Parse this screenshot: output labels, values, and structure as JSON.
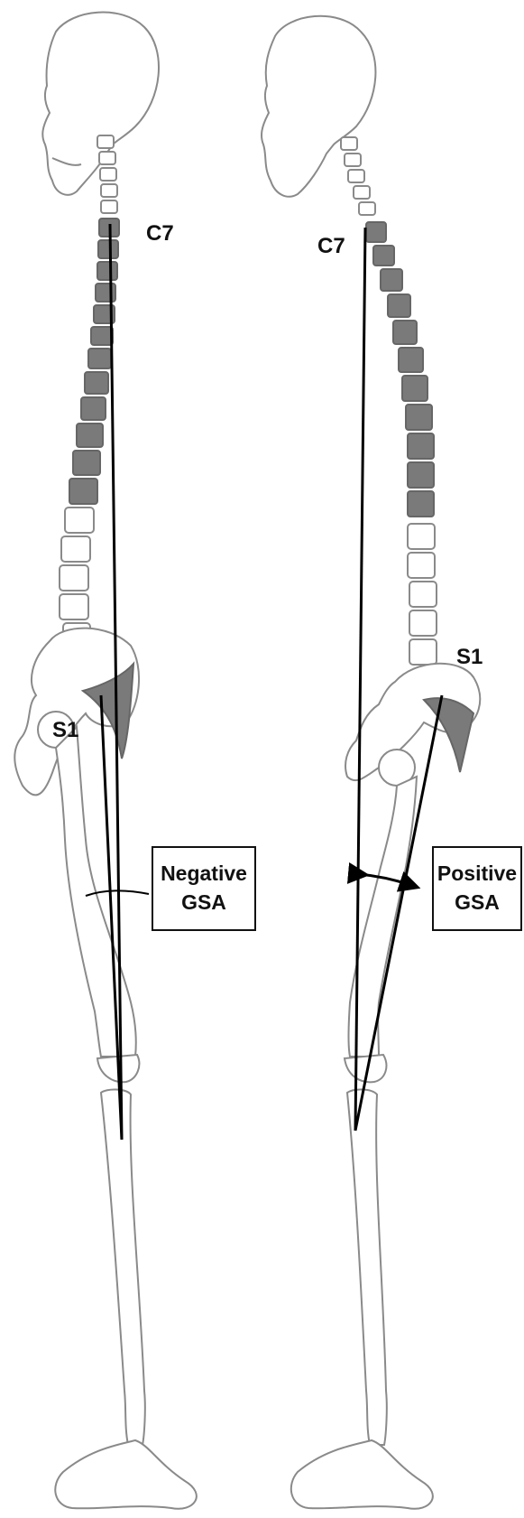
{
  "left_figure": {
    "c7_label": "C7",
    "s1_label": "S1",
    "box_line1": "Negative",
    "box_line2": "GSA"
  },
  "right_figure": {
    "c7_label": "C7",
    "s1_label": "S1",
    "box_line1": "Positive",
    "box_line2": "GSA"
  },
  "colors": {
    "outline": "#8a8a8a",
    "shaded_vertebra": "#7a7a7a",
    "line": "#000000"
  }
}
